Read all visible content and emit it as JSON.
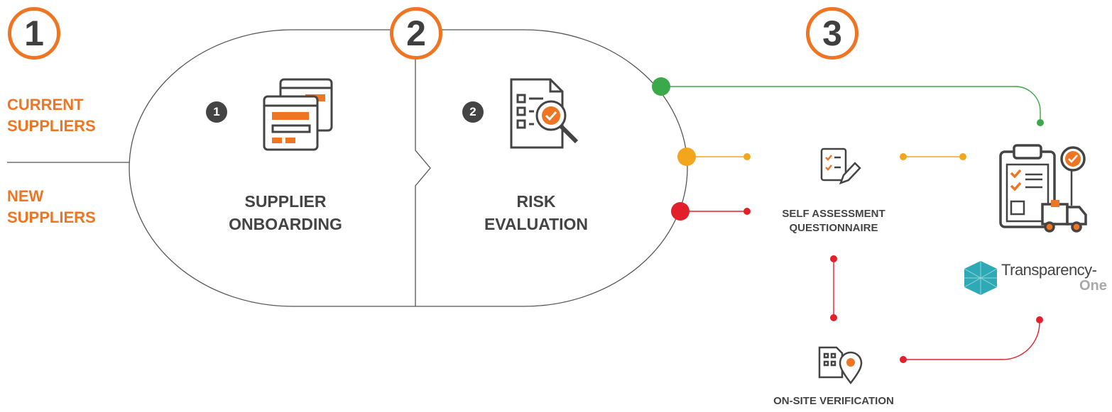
{
  "steps": [
    "1",
    "2",
    "3"
  ],
  "side_labels": {
    "current": [
      "CURRENT",
      "SUPPLIERS"
    ],
    "new": [
      "NEW",
      "SUPPLIERS"
    ]
  },
  "stages": [
    {
      "badge": "1",
      "lines": [
        "SUPPLIER",
        "ONBOARDING"
      ],
      "icon": "onboarding-forms-icon"
    },
    {
      "badge": "2",
      "lines": [
        "RISK",
        "EVALUATION"
      ],
      "icon": "risk-document-magnifier-icon"
    }
  ],
  "outputs": {
    "self_assessment": "SELF ASSESSMENT\nQUESTIONNAIRE",
    "onsite": "ON-SITE VERIFICATION",
    "brand_line1": "Transparency-",
    "brand_line2": "One"
  },
  "colors": {
    "orange": "#ef7522",
    "green": "#3aa94a",
    "yellow": "#f3a51d",
    "red": "#e3202a",
    "dark": "#444444",
    "teal": "#2fa9b5"
  }
}
